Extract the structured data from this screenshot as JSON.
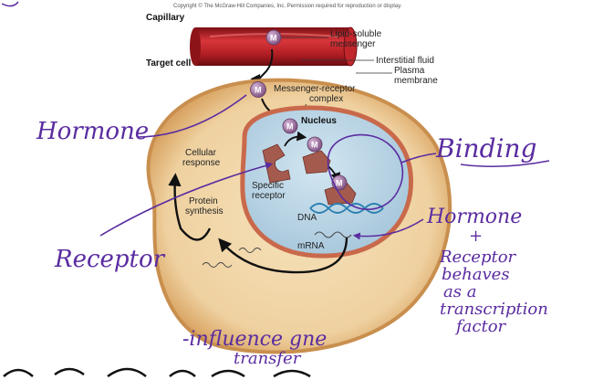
{
  "copyright": "Copyright © The McGraw-Hill Companies, Inc. Permission required for reproduction or display.",
  "labels": {
    "capillary": "Capillary",
    "lipid_line1": "Lipid-soluble",
    "lipid_line2": "messenger",
    "interstitial": "Interstitial fluid",
    "target_cell": "Target cell",
    "plasma_line1": "Plasma",
    "plasma_line2": "membrane",
    "complex_line1": "Messenger-receptor",
    "complex_line2": "complex",
    "nucleus": "Nucleus",
    "cellular_line1": "Cellular",
    "cellular_line2": "response",
    "specific_line1": "Specific",
    "specific_line2": "receptor",
    "protein_line1": "Protein",
    "protein_line2": "synthesis",
    "dna": "DNA",
    "mrna": "mRNA",
    "messenger_symbol": "M"
  },
  "annotations": {
    "hormone": "Hormone",
    "binding": "Binding",
    "receptor": "Receptor",
    "hr_line1": "Hormone",
    "hr_line2": "+",
    "hr_line3": "Receptor",
    "hr_line4": "behaves",
    "hr_line5": "as a",
    "hr_line6": "transcription",
    "hr_line7": "factor",
    "influence_line1": "-influence gne",
    "influence_line2": "transfer"
  },
  "colors": {
    "capillary": "#c0262c",
    "cytoplasm": "#f1d7a6",
    "membrane": "#d9a463",
    "nucleus": "#bcd6e6",
    "nuclear_envelope": "#c9694b",
    "messenger": "#9d6b9f",
    "receptor": "#a55a4e",
    "dna": "#2a7fb0",
    "ink": "#5a2ca0"
  }
}
